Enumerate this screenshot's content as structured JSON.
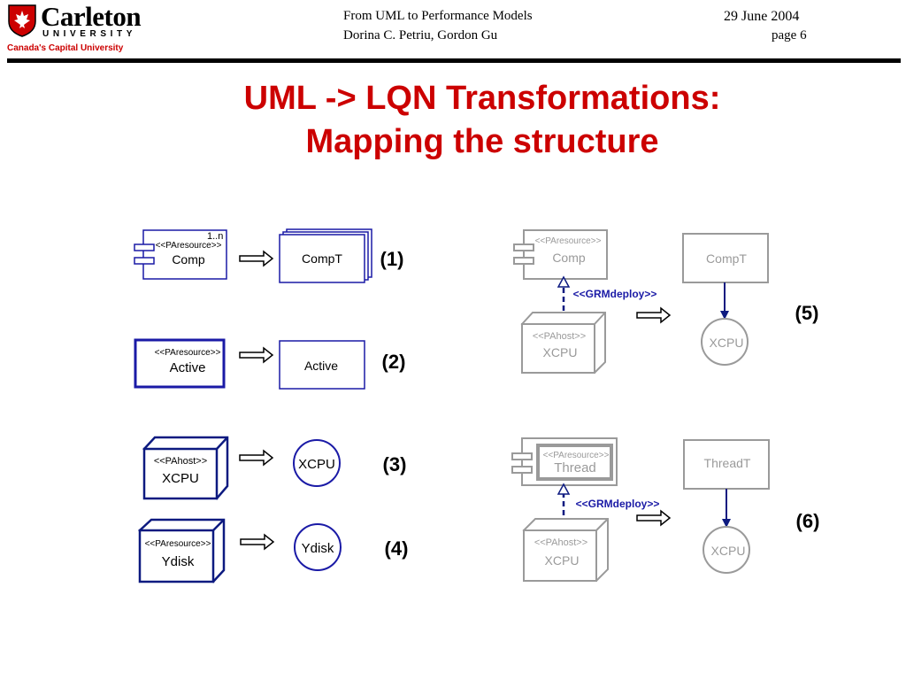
{
  "header": {
    "logo_name": "Carleton",
    "logo_university": "UNIVERSITY",
    "logo_tagline": "Canada's Capital University",
    "doc_title": "From UML to Performance Models",
    "authors": "Dorina C. Petriu, Gordon Gu",
    "date": "29 June 2004",
    "page": "page 6"
  },
  "slide": {
    "title_line1": "UML -> LQN Transformations:",
    "title_line2": "Mapping the structure"
  },
  "diagram": {
    "colors": {
      "blue": "#1a1aa6",
      "navy": "#0d1a80",
      "gray": "#9a9a9a",
      "red": "#cc0000"
    },
    "m1": {
      "multiplicity": "1..n",
      "stereotype": "<<PAresource>>",
      "name": "Comp",
      "target": "CompT",
      "number": "(1)"
    },
    "m2": {
      "stereotype": "<<PAresource>>",
      "name": "Active",
      "target": "Active",
      "number": "(2)"
    },
    "m3": {
      "stereotype": "<<PAhost>>",
      "name": "XCPU",
      "target": "XCPU",
      "number": "(3)"
    },
    "m4": {
      "stereotype": "<<PAresource>>",
      "name": "Ydisk",
      "target": "Ydisk",
      "number": "(4)"
    },
    "m5": {
      "comp_stereotype": "<<PAresource>>",
      "comp_name": "Comp",
      "deploy_label": "<<GRMdeploy>>",
      "host_stereotype": "<<PAhost>>",
      "host_name": "XCPU",
      "task": "CompT",
      "processor": "XCPU",
      "number": "(5)"
    },
    "m6": {
      "comp_stereotype": "<<PAresource>>",
      "comp_name": "Thread",
      "deploy_label": "<<GRMdeploy>>",
      "host_stereotype": "<<PAhost>>",
      "host_name": "XCPU",
      "task": "ThreadT",
      "processor": "XCPU",
      "number": "(6)"
    }
  }
}
